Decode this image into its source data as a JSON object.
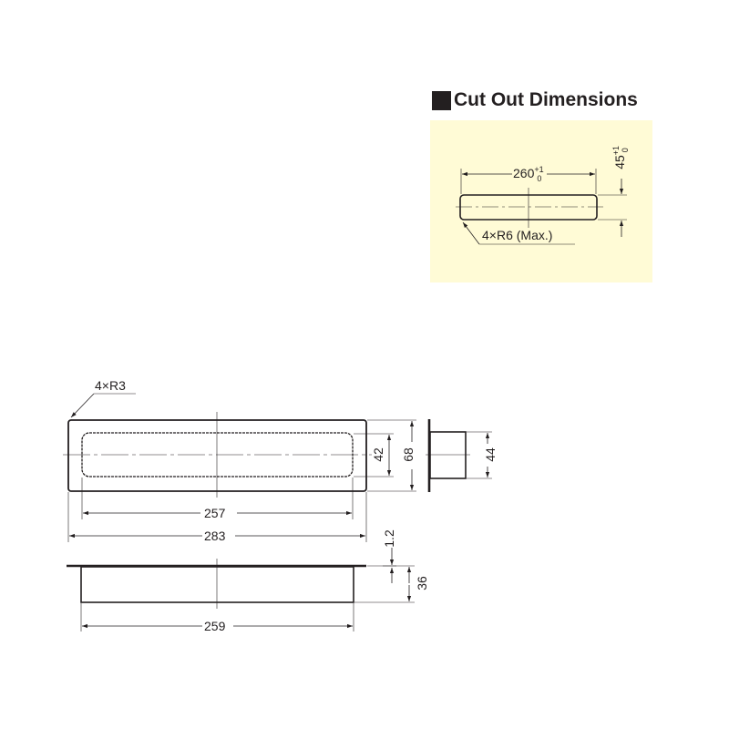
{
  "cut_out": {
    "title": "Cut Out Dimensions",
    "width_label": "260",
    "width_tol_upper": "+1",
    "width_tol_lower": "0",
    "height_label": "45",
    "height_tol_upper": "+1",
    "height_tol_lower": "0",
    "radius_note": "4×R6 (Max.)",
    "panel_color": "#fffbd6"
  },
  "top_view": {
    "corner_note": "4×R3",
    "inner_width": "257",
    "outer_width": "283",
    "inner_height": "42",
    "outer_height": "68"
  },
  "side_view": {
    "body_height": "44"
  },
  "front_section": {
    "flange_thickness": "1.2",
    "depth": "36",
    "body_width": "259"
  },
  "colors": {
    "line": "#231f20",
    "background": "#ffffff"
  }
}
